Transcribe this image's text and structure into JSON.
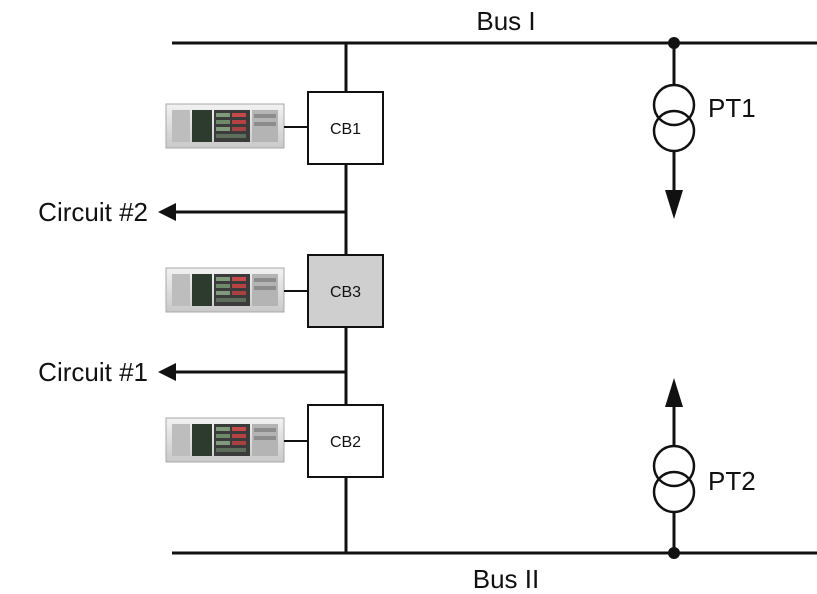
{
  "buses": {
    "top": "Bus I",
    "bottom": "Bus II"
  },
  "breakers": [
    {
      "id": "cb1",
      "label": "CB1",
      "state": "open"
    },
    {
      "id": "cb3",
      "label": "CB3",
      "state": "closed"
    },
    {
      "id": "cb2",
      "label": "CB2",
      "state": "open"
    }
  ],
  "circuits": [
    {
      "id": "circuit2",
      "label": "Circuit #2"
    },
    {
      "id": "circuit1",
      "label": "Circuit #1"
    }
  ],
  "transformers": [
    {
      "id": "pt1",
      "label": "PT1",
      "arrow": "down"
    },
    {
      "id": "pt2",
      "label": "PT2",
      "arrow": "up"
    }
  ],
  "colors": {
    "line": "#111111",
    "breaker_open_fill": "#ffffff",
    "breaker_closed_fill": "#cfcfcf",
    "relay_body": "#d7d7d7"
  }
}
